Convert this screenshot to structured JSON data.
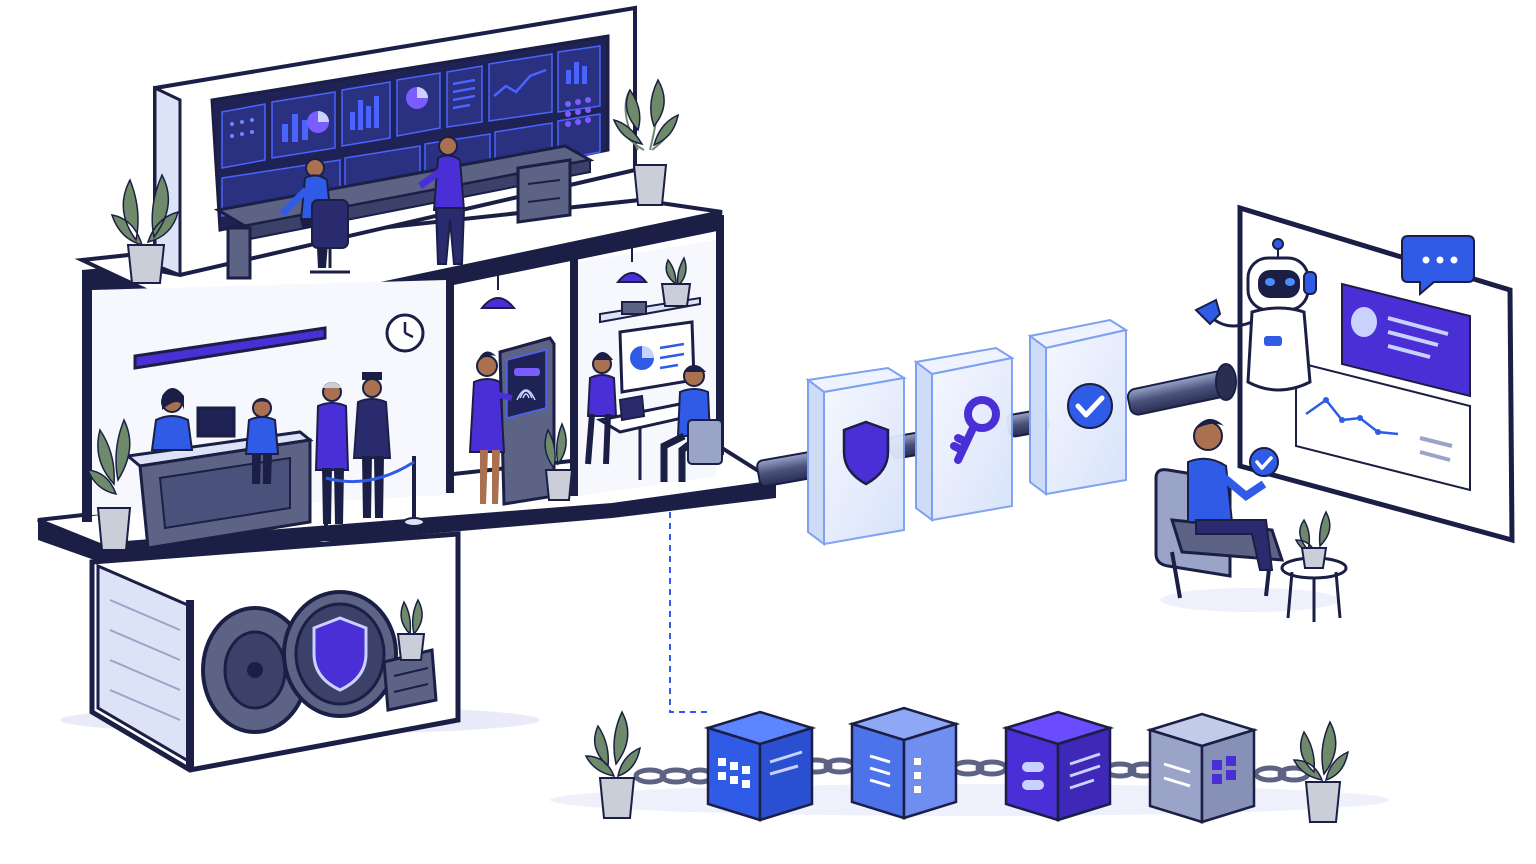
{
  "scene": {
    "palette": {
      "outline": "#1b1f45",
      "royal_blue": "#2f5be6",
      "violet": "#4b2fd6",
      "indigo_dark": "#2a2a6e",
      "slate": "#5c6384",
      "pale_blue": "#eef1fb",
      "glass": "#dfe8fb",
      "leaf": "#6f8a6a",
      "pot": "#c9ced9",
      "skin": "#a9714f"
    },
    "sections": [
      {
        "id": "control-room",
        "icons": [
          "bar-chart-icon",
          "pie-chart-icon",
          "line-chart-icon",
          "list-icon",
          "grid-icon"
        ]
      },
      {
        "id": "bank-lobby",
        "icons": [
          "wall-clock-icon",
          "ceiling-lamp-icon",
          "rope-barrier-icon"
        ]
      },
      {
        "id": "biometric-atm",
        "icons": [
          "fingerprint-icon"
        ]
      },
      {
        "id": "advisor-office",
        "icons": [
          "pie-chart-icon",
          "laptop-icon"
        ]
      },
      {
        "id": "vault",
        "icons": [
          "vault-door-icon",
          "shield-icon"
        ]
      },
      {
        "id": "security-pipeline",
        "icons": [
          "shield-icon",
          "key-icon",
          "checkmark-icon"
        ]
      },
      {
        "id": "ai-assistant-panel",
        "icons": [
          "robot-icon",
          "chat-bubble-icon",
          "line-chart-icon",
          "checkmark-icon"
        ]
      },
      {
        "id": "blockchain",
        "icons": [
          "grid-icon",
          "list-icon",
          "chain-link-icon"
        ]
      }
    ]
  }
}
